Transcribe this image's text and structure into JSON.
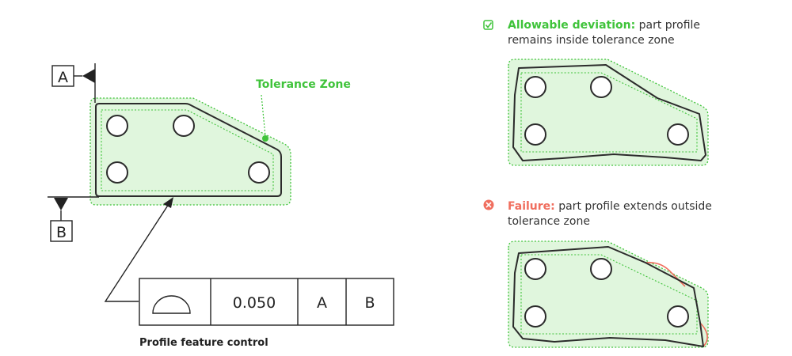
{
  "datums": {
    "a": "A",
    "b": "B"
  },
  "tolerance_zone_label": "Tolerance Zone",
  "feature_control": {
    "tolerance": "0.050",
    "datum_primary": "A",
    "datum_secondary": "B",
    "caption": "Profile feature control"
  },
  "allowable": {
    "title": "Allowable deviation:",
    "text_line1": " part profile",
    "text_line2": "remains inside tolerance zone"
  },
  "failure": {
    "title": "Failure:",
    "text_line1": " part profile extends outside",
    "text_line2": "tolerance zone"
  },
  "colors": {
    "accent_green": "#3fc33a",
    "zone_fill": "#e0f6dd",
    "failure_red": "#f06e5e",
    "outline": "#2b2b2b"
  },
  "icons": {
    "allowable": "checkbox-check-icon",
    "failure": "circle-x-icon",
    "profile_symbol": "semicircle-profile-icon"
  }
}
